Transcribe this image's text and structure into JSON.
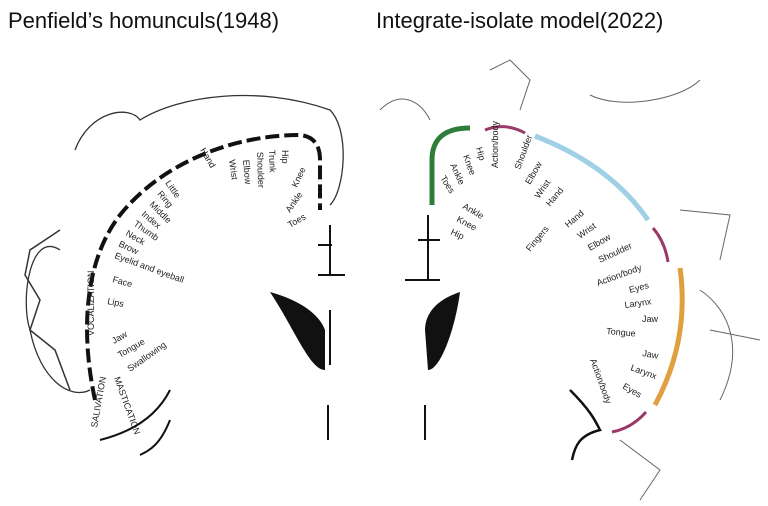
{
  "titles": {
    "left": "Penfield’s homunculs(1948)",
    "right": "Integrate-isolate model(2022)"
  },
  "colors": {
    "lower_limb": "#2e7d3a",
    "upper_limb": "#9fd0e6",
    "face": "#e0a040",
    "action_body": "#9a3a6a",
    "ink": "#111111"
  },
  "left_labels": [
    "Hand",
    "Wrist",
    "Elbow",
    "Shoulder",
    "Trunk",
    "Hip",
    "Knee",
    "Ankle",
    "Toes",
    "Little",
    "Ring",
    "Middle",
    "Index",
    "Thumb",
    "Neck",
    "Brow",
    "Eyelid and eyeball",
    "Face",
    "Lips",
    "Jaw",
    "Tongue",
    "Swallowing",
    "VOCALIZATION",
    "SALIVATION",
    "MASTICATION"
  ],
  "right_labels": [
    "Hip",
    "Knee",
    "Ankle",
    "Toes",
    "Ankle",
    "Knee",
    "Hip",
    "Action/body",
    "Shoulder",
    "Elbow",
    "Wrist",
    "Hand",
    "Fingers",
    "Hand",
    "Wrist",
    "Elbow",
    "Shoulder",
    "Action/body",
    "Eyes",
    "Larynx",
    "Jaw",
    "Tongue",
    "Jaw",
    "Larynx",
    "Eyes",
    "Action/body"
  ]
}
